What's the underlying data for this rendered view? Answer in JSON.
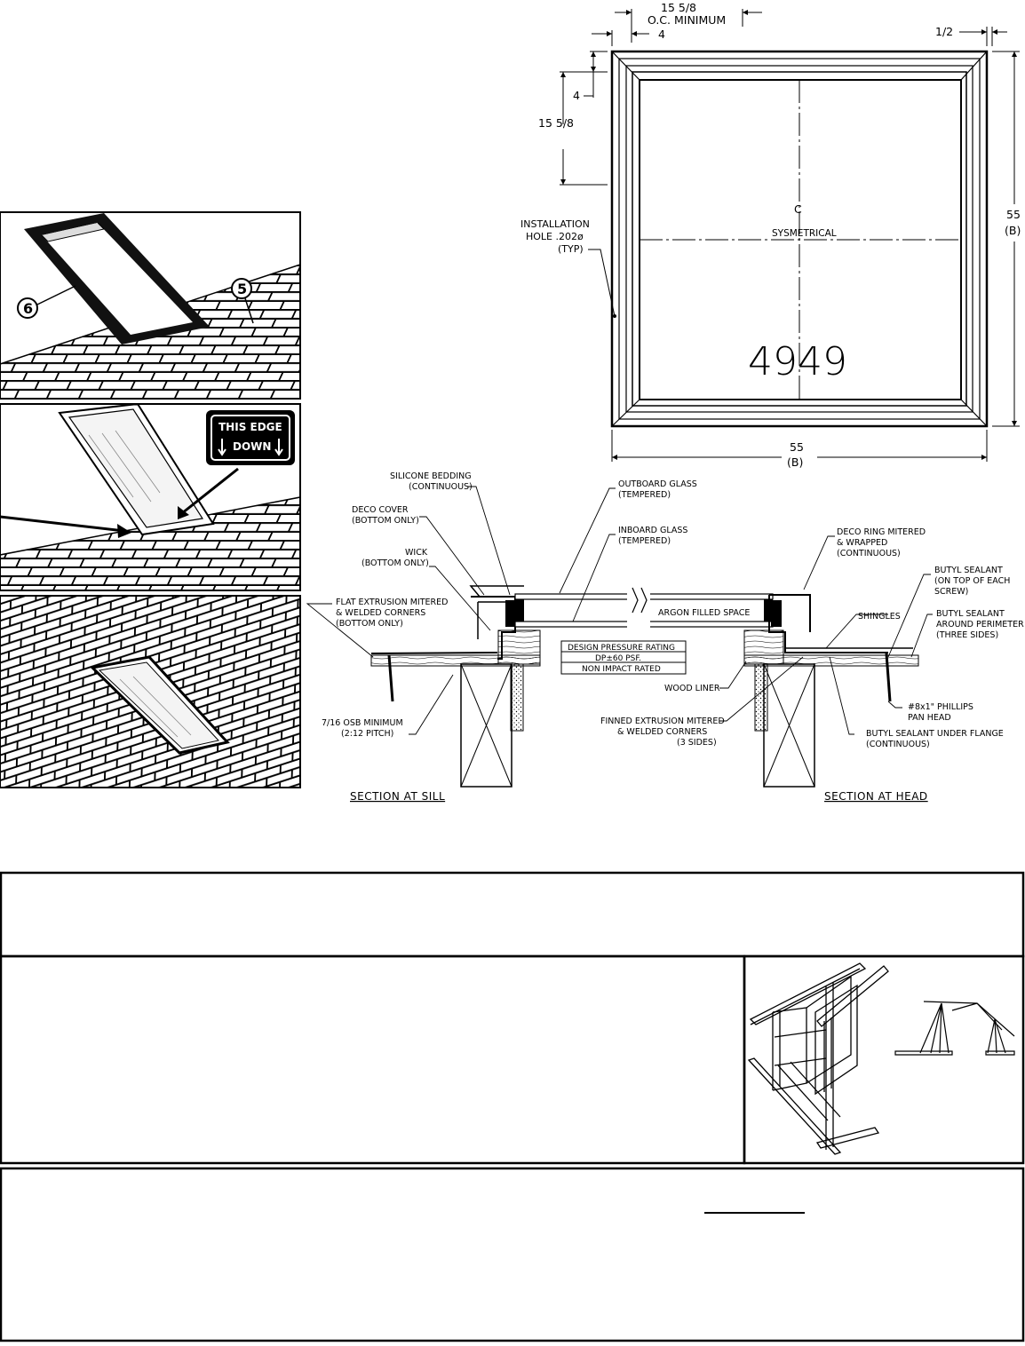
{
  "plan": {
    "top_dim_1": "15 5/8",
    "top_dim_2": "O.C. MINIMUM",
    "top_dim_3": "4",
    "top_right_dim": "1/2",
    "left_dim_small": "4",
    "left_dim_large": "15 5/8",
    "install_line1": "INSTALLATION",
    "install_line2": "HOLE .202ø",
    "install_line3": "(TYP)",
    "centerline": "C",
    "symmetrical": "SYSMETRICAL",
    "model": "4949",
    "right_dim": "55",
    "right_dim_b": "(B)",
    "bottom_dim": "55",
    "bottom_dim_b": "(B)"
  },
  "photos": {
    "callout_6": "6",
    "callout_5": "5",
    "sign_line1": "THIS EDGE",
    "sign_line2": "DOWN"
  },
  "section": {
    "silicone_1": "SILICONE BEDDING",
    "silicone_2": "(CONTINUOUS)",
    "outboard_1": "OUTBOARD GLASS",
    "outboard_2": "(TEMPERED)",
    "deco_cover_1": "DECO COVER",
    "deco_cover_2": "(BOTTOM ONLY)",
    "inboard_1": "INBOARD GLASS",
    "inboard_2": "(TEMPERED)",
    "deco_ring_1": "DECO RING MITERED",
    "deco_ring_2": "& WRAPPED",
    "deco_ring_3": "(CONTINUOUS)",
    "wick_1": "WICK",
    "wick_2": "(BOTTOM ONLY)",
    "butyl_top_1": "BUTYL SEALANT",
    "butyl_top_2": "(ON TOP OF EACH",
    "butyl_top_3": "SCREW)",
    "flat_ext_1": "FLAT EXTRUSION MITERED",
    "flat_ext_2": "& WELDED CORNERS",
    "flat_ext_3": "(BOTTOM ONLY)",
    "argon": "ARGON FILLED SPACE",
    "shingles": "SHINGLES",
    "butyl_perim_1": "BUTYL SEALANT",
    "butyl_perim_2": "AROUND PERIMETER",
    "butyl_perim_3": "(THREE SIDES)",
    "rating_1": "DESIGN PRESSURE RATING",
    "rating_2": "DP±60 PSF.",
    "rating_3": "NON IMPACT RATED",
    "wood_liner": "WOOD LINER",
    "screw_1": "#8x1\" PHILLIPS",
    "screw_2": "PAN HEAD",
    "osb_1": "7/16 OSB MINIMUM",
    "osb_2": "(2:12 PITCH)",
    "finned_1": "FINNED EXTRUSION MITERED",
    "finned_2": "& WELDED CORNERS",
    "finned_3": "(3 SIDES)",
    "butyl_under_1": "BUTYL SEALANT UNDER FLANGE",
    "butyl_under_2": "(CONTINUOUS)",
    "sill_title": "SECTION AT SILL",
    "head_title": "SECTION AT HEAD"
  }
}
